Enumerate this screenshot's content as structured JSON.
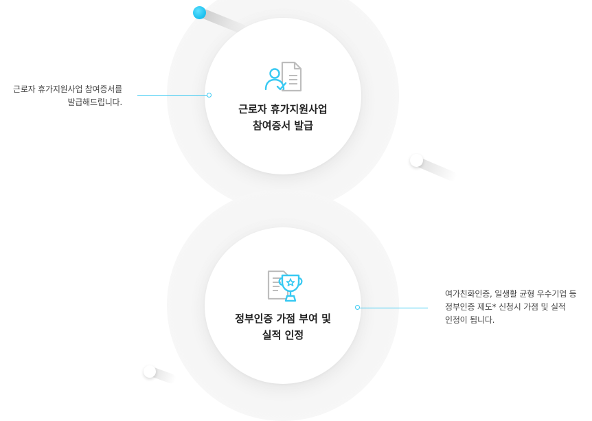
{
  "items": [
    {
      "title_lines": [
        "근로자 휴가지원사업",
        "참여증서 발급"
      ],
      "description_lines": [
        "근로자 휴가지원사업 참여증서를",
        "발급해드립니다."
      ],
      "icon": "certificate-person-icon"
    },
    {
      "title_lines": [
        "정부인증 가점 부여 및",
        "실적 인정"
      ],
      "description_lines": [
        "여가친화인증, 일생활 균형 우수기업 등",
        "정부인증 제도* 신청시 가점 및 실적",
        "인정이 됩니다."
      ],
      "icon": "award-trophy-icon"
    }
  ],
  "colors": {
    "accent": "#38c9f2",
    "title": "#222222",
    "text": "#444444",
    "icon_gray": "#bdbdbd"
  }
}
